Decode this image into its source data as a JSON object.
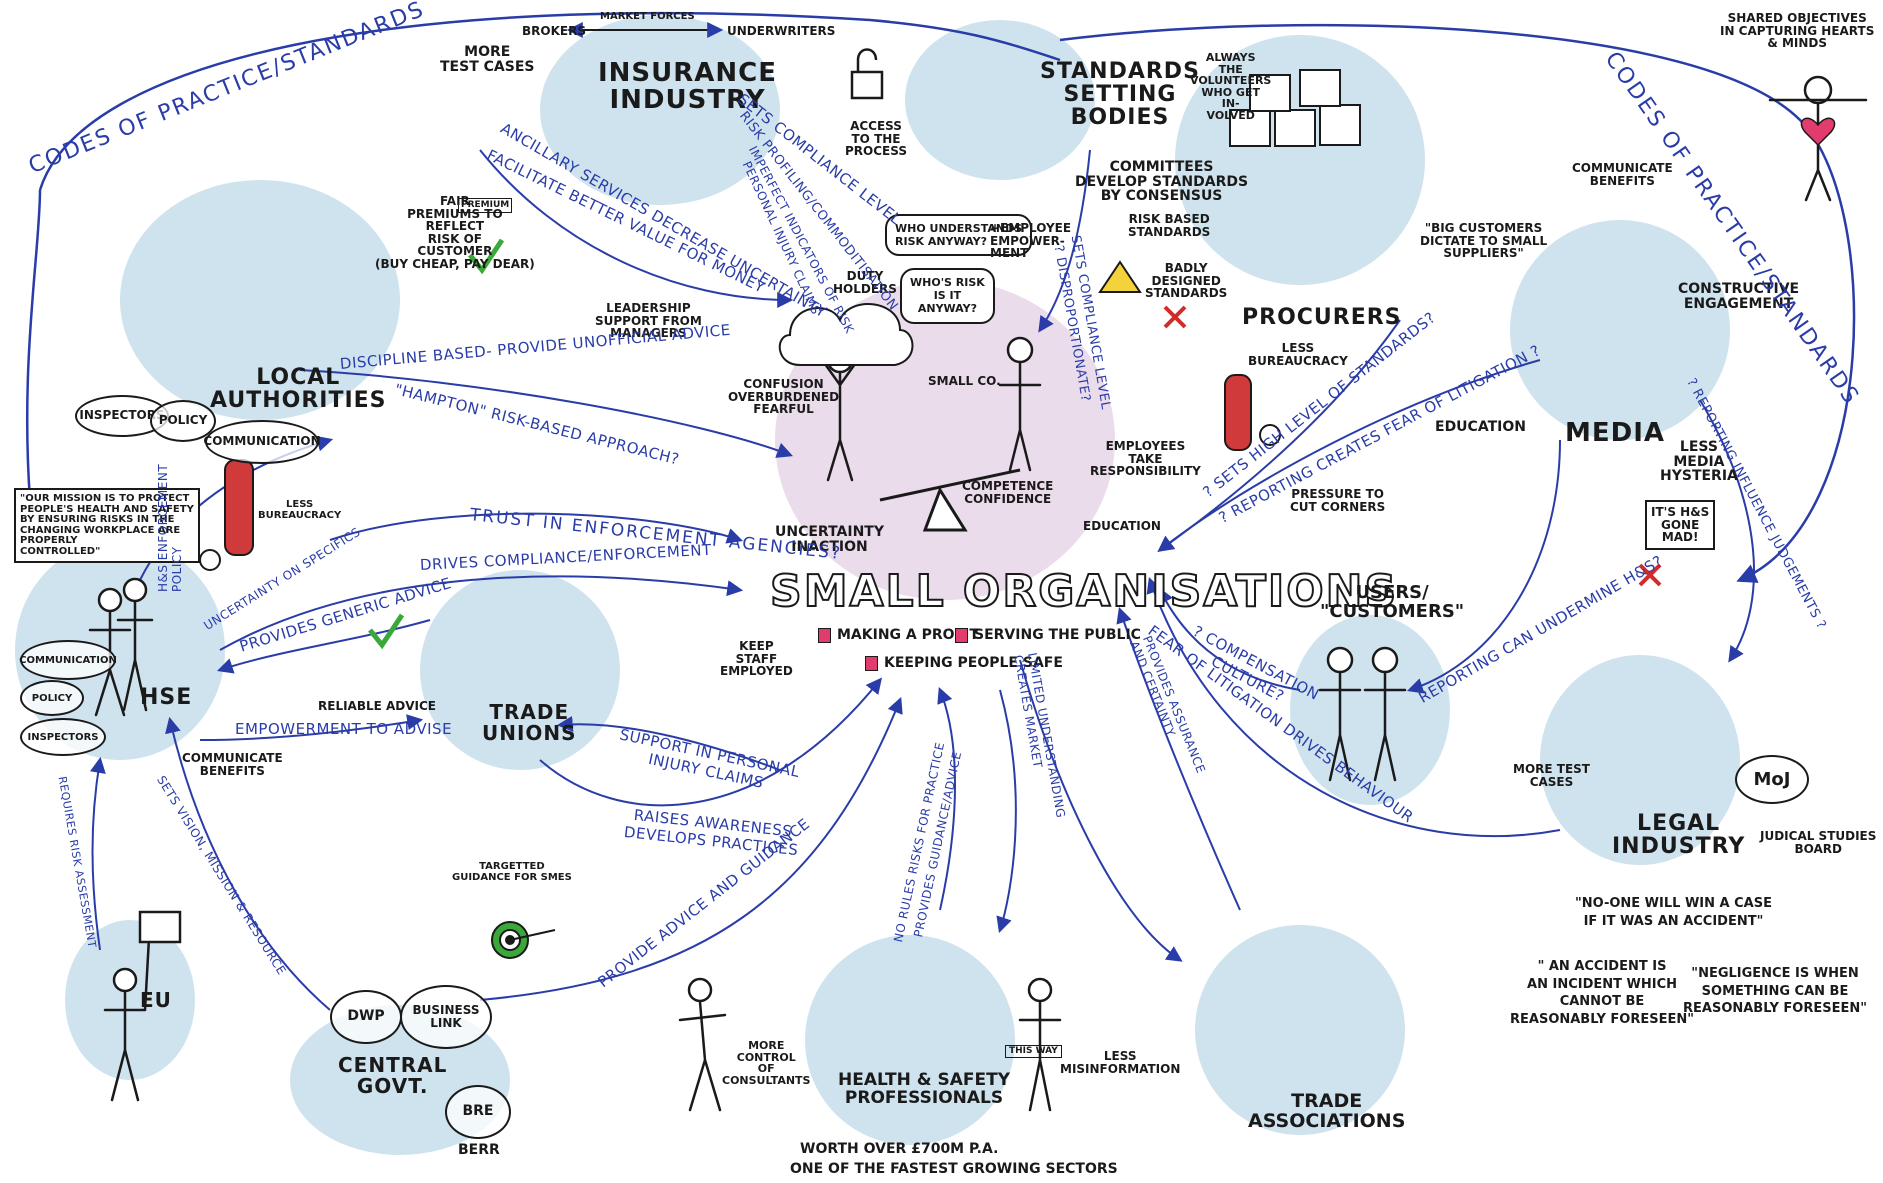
{
  "center": {
    "title": "SMALL ORGANISATIONS",
    "goals": [
      "MAKING A PROFIT",
      "SERVING THE PUBLIC",
      "KEEPING PEOPLE SAFE"
    ],
    "inner_labels": {
      "uncertainty": "UNCERTAINTY\nINACTION",
      "competence": "COMPETENCE\nCONFIDENCE",
      "confusion": "CONFUSION\nOVERBURDENED\nFEARFUL",
      "leadership": "LEADERSHIP\nSUPPORT FROM\nMANAGERS",
      "duty_holders": "DUTY\nHOLDERS",
      "who_understands": "WHO UNDERSTANDS\nRISK ANYWAY?",
      "whos_risk": "WHO'S RISK\nIS IT\nANYWAY?",
      "employee_empowerment": "+EMPLOYEE\nEMPOWER-\nMENT",
      "small_co": "SMALL CO."
    }
  },
  "nodes": {
    "insurance": {
      "title": "INSURANCE\nINDUSTRY",
      "brokers": "BROKERS",
      "market_forces": "MARKET FORCES",
      "underwriters": "UNDERWRITERS",
      "test_cases": "MORE\nTEST CASES",
      "premiums": "FAIR\nPREMIUMS TO\nREFLECT\nRISK OF\nCUSTOMER\n(BUY CHEAP, PAY DEAR)",
      "premium_tag": "PREMIUM"
    },
    "standards": {
      "title": "STANDARDS\nSETTING\nBODIES",
      "access": "ACCESS\nTO THE\nPROCESS",
      "volunteers": "ALWAYS\nTHE\nVOLUNTEERS\nWHO GET\nIN-\nVOLVED",
      "committees": "COMMITTEES\nDEVELOP STANDARDS\nBY CONSENSUS",
      "risk_based": "RISK BASED\nSTANDARDS",
      "badly_designed": "BADLY\nDESIGNED\nSTANDARDS",
      "employees": "EMPLOYEES\nTAKE\nRESPONSIBILITY",
      "education": "EDUCATION"
    },
    "procurers": {
      "title": "PROCURERS",
      "big_customers": "\"BIG CUSTOMERS\nDICTATE TO SMALL\nSUPPLIERS\"",
      "less_bureaucracy": "LESS\nBUREAUCRACY"
    },
    "shared": {
      "text": "SHARED OBJECTIVES\nIN CAPTURING HEARTS\n& MINDS"
    },
    "media": {
      "title": "MEDIA",
      "communicate": "COMMUNICATE\nBENEFITS",
      "constructive": "CONSTRUCTIVE\nENGAGEMENT",
      "less_hysteria": "LESS\nMEDIA\nHYSTERIA",
      "newspaper": "IT'S H&S\nGONE\nMAD!"
    },
    "education": {
      "title": "EDUCATION",
      "pressure": "PRESSURE TO\nCUT CORNERS"
    },
    "users": {
      "title": "USERS/\n\"CUSTOMERS\""
    },
    "legal": {
      "title": "LEGAL\nINDUSTRY",
      "test_cases": "MORE TEST\nCASES",
      "moj": "MoJ",
      "judicial": "JUDICAL STUDIES\nBOARD",
      "quote1": "\"NO-ONE WILL WIN A CASE\nIF IT WAS AN ACCIDENT\"",
      "quote2": "\" AN ACCIDENT IS\nAN INCIDENT WHICH\nCANNOT BE\nREASONABLY FORESEEN\"",
      "quote3": "\"NEGLIGENCE IS WHEN\nSOMETHING CAN BE\nREASONABLY FORESEEN\""
    },
    "local_authorities": {
      "title": "LOCAL\nAUTHORITIES",
      "inspectors": "INSPECTORS",
      "policy": "POLICY",
      "communication": "COMMUNICATION",
      "less_bureaucracy": "LESS\nBUREAUCRACY"
    },
    "hse": {
      "title": "HSE",
      "mission": "\"OUR MISSION IS TO PROTECT\nPEOPLE'S HEALTH AND SAFETY\nBY ENSURING RISKS IN THE\nCHANGING WORKPLACE ARE\nPROPERLY\nCONTROLLED\"",
      "communication": "COMMUNICATION",
      "policy": "POLICY",
      "inspectors": "INSPECTORS",
      "communicate_benefits": "COMMUNICATE\nBENEFITS"
    },
    "trade_unions": {
      "title": "TRADE\nUNIONS",
      "reliable": "RELIABLE ADVICE",
      "keep_staff": "KEEP\nSTAFF\nEMPLOYED"
    },
    "eu": {
      "title": "EU"
    },
    "central_govt": {
      "title": "CENTRAL\nGOVT.",
      "dwp": "DWP",
      "business_link": "BUSINESS\nLINK",
      "bre": "BRE",
      "berr": "BERR",
      "targetted": "TARGETTED\nGUIDANCE FOR SMEs"
    },
    "hs_professionals": {
      "title": "HEALTH & SAFETY\nPROFESSIONALS",
      "more_control": "MORE\nCONTROL\nOF\nCONSULTANTS",
      "less_misinfo": "LESS\nMISINFORMATION",
      "this_way": "THIS WAY",
      "worth": "WORTH OVER £700m P.A.",
      "growing": "ONE OF THE FASTEST GROWING SECTORS"
    },
    "trade_associations": {
      "title": "TRADE\nASSOCIATIONS"
    }
  },
  "arrows": {
    "codes_left": "CODES OF PRACTICE/STANDARDS",
    "codes_right": "CODES OF PRACTICE/STANDARDS",
    "sets_compliance": "SETS COMPLIANCE LEVEL",
    "risk_profiling": "RISK PROFILING/COMMODITISATION",
    "imperfect": "IMPERFECT INDICATORS OF RISK",
    "personal_injury": "PERSONAL INJURY CLAIMS",
    "ancillary": "ANCILLARY SERVICES DECREASE UNCERTAINTY",
    "facilitate": "FACILITATE BETTER VALUE FOR MONEY",
    "sets_compliance2": "SETS COMPLIANCE LEVEL",
    "disproportionate": "? DISPROPORTIONATE?",
    "discipline": "DISCIPLINE BASED- PROVIDE UNOFFICIAL ADVICE",
    "hampton": "\"HAMPTON\" RISK-BASED APPROACH?",
    "trust": "TRUST IN ENFORCEMENT AGENCIES?",
    "uncertainty_specifics": "UNCERTAINTY ON SPECIFICS",
    "drives_compliance": "DRIVES COMPLIANCE/ENFORCEMENT",
    "generic_advice": "PROVIDES GENERIC ADVICE",
    "empowerment": "EMPOWERMENT TO ADVISE",
    "hs_policy": "H&S ENFORCEMENT\nPOLICY",
    "support_personal": "SUPPORT IN PERSONAL\nINJURY CLAIMS",
    "raises_awareness": "RAISES AWARENESS\nDEVELOPS PRACTICES",
    "provide_advice": "PROVIDE ADVICE AND GUIDANCE",
    "sets_vision": "SETS VISION, MISSION & RESOURCE",
    "requires_risk": "REQUIRES RISK ASSESSMENT",
    "no_rules": "NO RULES RISKS FOR PRACTICE",
    "provides_guidance": "PROVIDES GUIDANCE/ADVICE",
    "limited_understanding": "LIMITED UNDERSTANDING\nCREATES MARKET",
    "provides_assurance": "PROVIDES ASSURANCE\nAND CERTAINTY",
    "fear_litigation_drives": "FEAR OF LITIGATION DRIVES BEHAVIOUR",
    "compensation": "? COMPENSATION\nCULTURE?",
    "reporting_undermine": "REPORTING CAN UNDERMINE H&S?",
    "reporting_fear": "? REPORTING CREATES FEAR OF LITIGATION ?",
    "sets_high": "? SETS HIGH LEVEL OF STANDARDS?",
    "reporting_influence": "? REPORTING INFLUENCE JUDGEMENTS ?"
  },
  "colors": {
    "blob": "#cfe3ee",
    "center": "#eadcea",
    "ink": "#1a1a1a",
    "arrow": "#2a3ca8",
    "accent": "#e23b6e",
    "green": "#3aa83a"
  }
}
